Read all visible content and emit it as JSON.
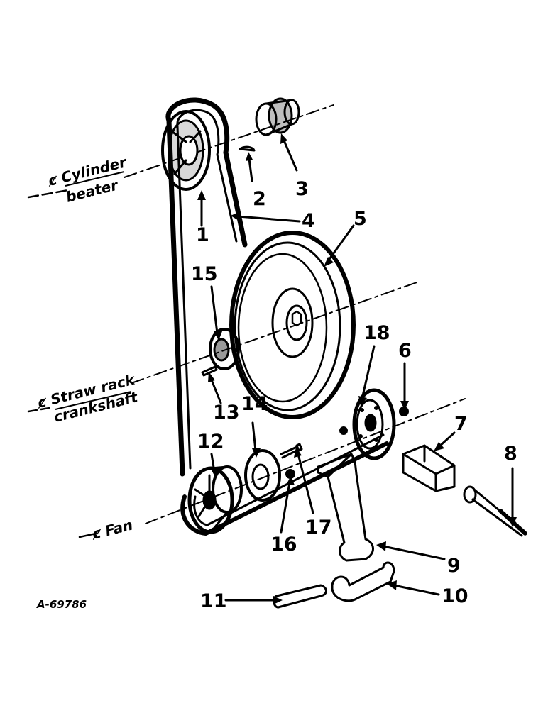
{
  "figure_ref": "A-69786",
  "shaft_labels": {
    "cylinder_prefix": "ȼ Cylinder",
    "cylinder_line2": "beater",
    "straw_prefix": "ȼ Straw rack",
    "straw_line2": "crankshaft",
    "fan": "ȼ Fan"
  },
  "callouts": [
    "1",
    "2",
    "3",
    "4",
    "5",
    "6",
    "7",
    "8",
    "9",
    "10",
    "11",
    "12",
    "13",
    "14",
    "15",
    "16",
    "17",
    "18"
  ],
  "colors": {
    "ink": "#000000",
    "paper": "#ffffff"
  }
}
